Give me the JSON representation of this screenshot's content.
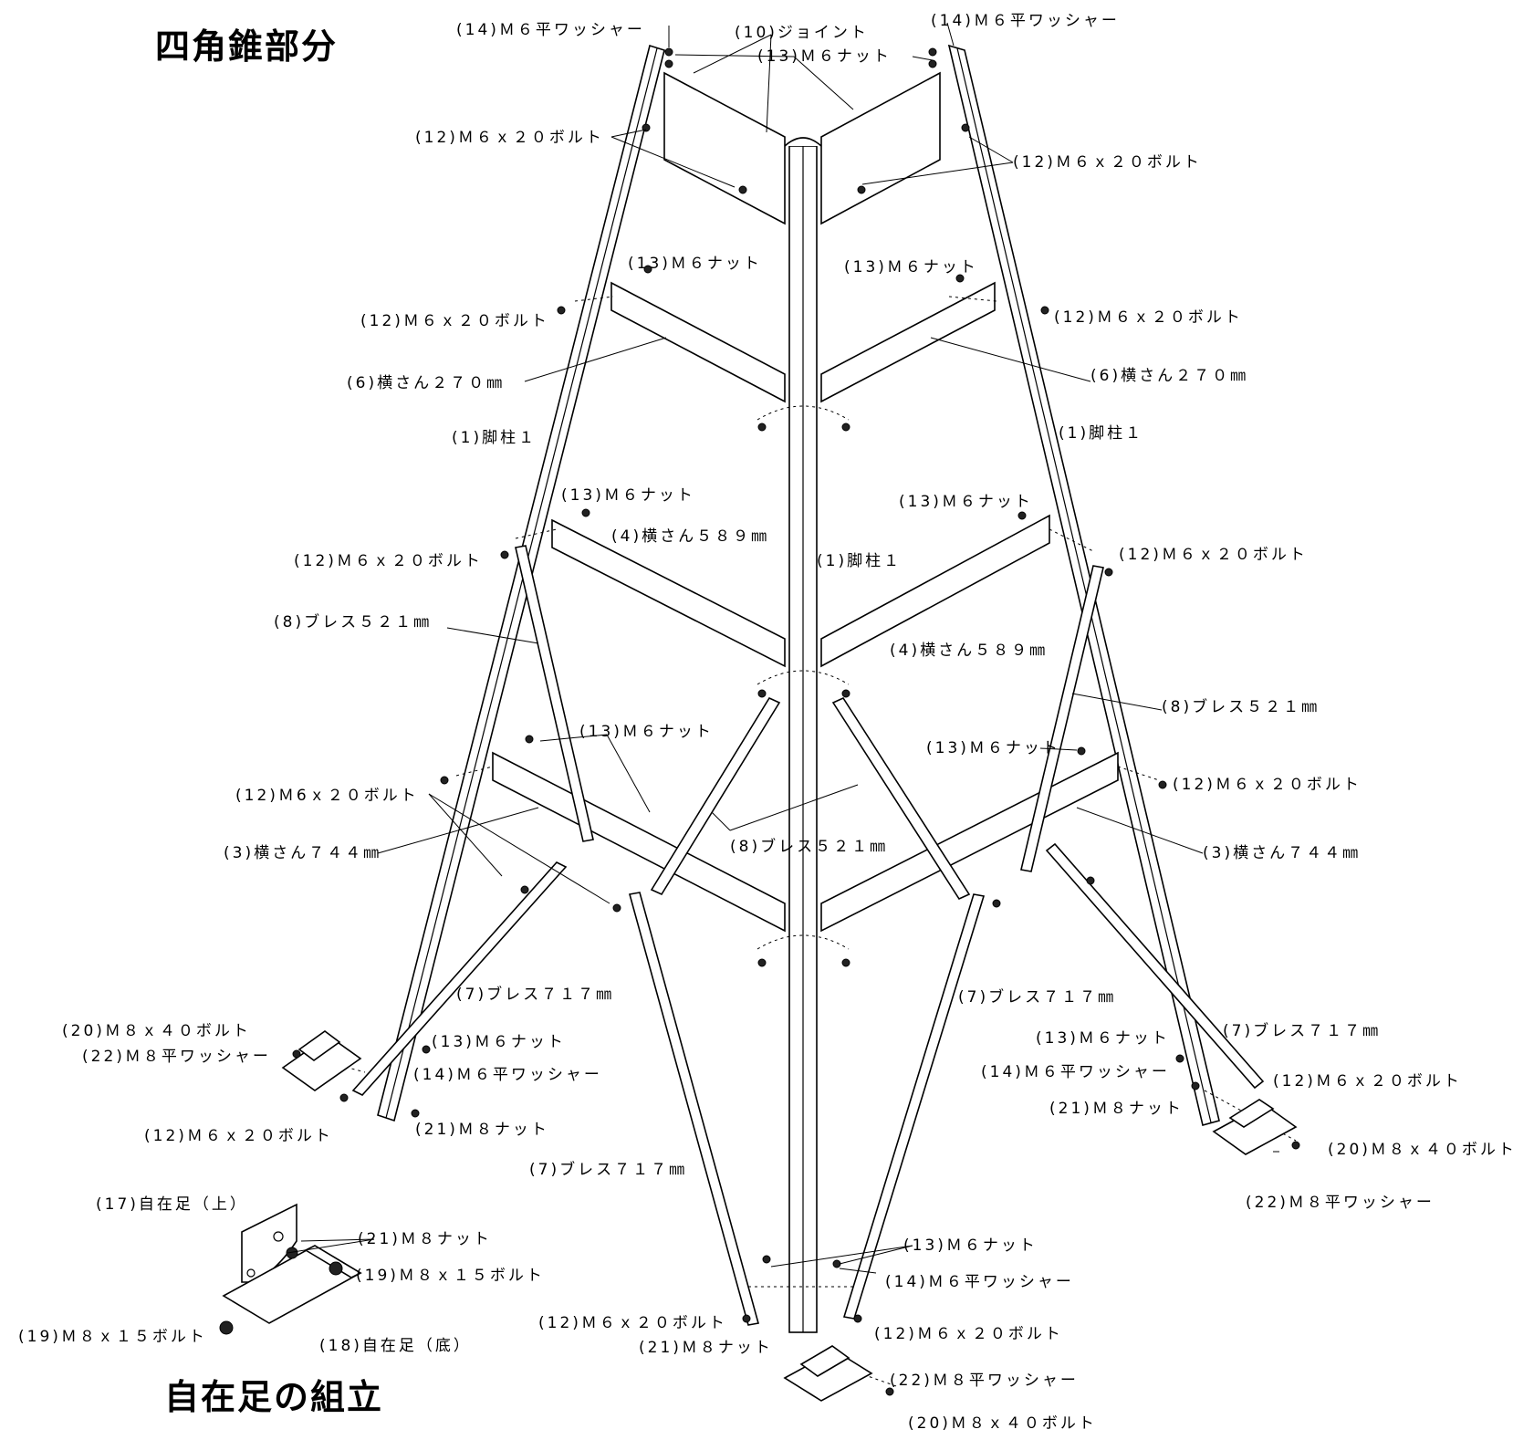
{
  "titles": {
    "main": "四角錐部分",
    "sub": "自在足の組立"
  },
  "labels": {
    "l01": "(14)Ｍ６平ワッシャー",
    "l02": "(10)ジョイント",
    "l03": "(13)Ｍ６ナット",
    "l04": "(14)Ｍ６平ワッシャー",
    "l05": "(12)Ｍ６ｘ２０ボルト",
    "l06": "(12)Ｍ６ｘ２０ボルト",
    "l07": "(13)Ｍ６ナット",
    "l08": "(13)Ｍ６ナット",
    "l09": "(12)Ｍ６ｘ２０ボルト",
    "l10": "(12)Ｍ６ｘ２０ボルト",
    "l11": "(6)横さん２７０㎜",
    "l12": "(6)横さん２７０㎜",
    "l13": "(1)脚柱１",
    "l14": "(1)脚柱１",
    "l15": "(13)Ｍ６ナット",
    "l16": "(13)Ｍ６ナット",
    "l17": "(4)横さん５８９㎜",
    "l18": "(1)脚柱１",
    "l19": "(12)Ｍ６ｘ２０ボルト",
    "l20": "(12)Ｍ６ｘ２０ボルト",
    "l21": "(8)ブレス５２１㎜",
    "l22": "(4)横さん５８９㎜",
    "l23": "(8)ブレス５２１㎜",
    "l24": "(13)Ｍ６ナット",
    "l25": "(13)Ｍ６ナット",
    "l26": "(12)Ｍ6ｘ２０ボルト",
    "l27": "(12)Ｍ６ｘ２０ボルト",
    "l28": "(3)横さん７４４㎜",
    "l29": "(8)ブレス５２１㎜",
    "l30": "(3)横さん７４４㎜",
    "l31": "(7)ブレス７１７㎜",
    "l32": "(7)ブレス７１７㎜",
    "l33": "(7)ブレス７１７㎜",
    "l34": "(20)Ｍ８ｘ４０ボルト",
    "l35": "(22)Ｍ８平ワッシャー",
    "l36": "(13)Ｍ６ナット",
    "l37": "(13)Ｍ６ナット",
    "l38": "(14)Ｍ６平ワッシャー",
    "l39": "(14)Ｍ６平ワッシャー",
    "l40": "(12)Ｍ６ｘ２０ボルト",
    "l41": "(12)Ｍ６ｘ２０ボルト",
    "l42": "(21)Ｍ８ナット",
    "l43": "(21)Ｍ８ナット",
    "l44": "(7)ブレス７１７㎜",
    "l45": "(20)Ｍ８ｘ４０ボルト",
    "l46": "(22)Ｍ８平ワッシャー",
    "l47": "(17)自在足（上）",
    "l48": "(21)Ｍ８ナット",
    "l49": "(13)Ｍ６ナット",
    "l50": "(19)Ｍ８ｘ１５ボルト",
    "l51": "(14)Ｍ６平ワッシャー",
    "l52": "(12)Ｍ６ｘ２０ボルト",
    "l53": "(12)Ｍ６ｘ２０ボルト",
    "l54": "(21)Ｍ８ナット",
    "l55": "(19)Ｍ８ｘ１５ボルト",
    "l56": "(18)自在足（底）",
    "l57": "(22)Ｍ８平ワッシャー",
    "l58": "(20)Ｍ８ｘ４０ボルト"
  }
}
